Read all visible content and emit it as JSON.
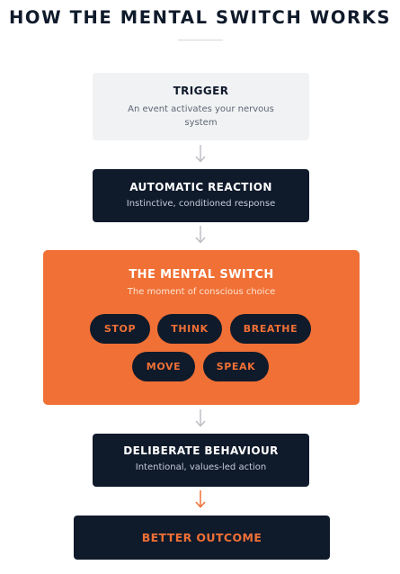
{
  "title": "HOW THE MENTAL SWITCH WORKS",
  "trigger": {
    "title": "TRIGGER",
    "subtitle": "An event activates your nervous system"
  },
  "automatic": {
    "title": "AUTOMATIC REACTION",
    "subtitle": "Instinctive, conditioned response"
  },
  "mental_switch": {
    "title": "THE MENTAL SWITCH",
    "subtitle": "The moment of conscious choice",
    "options": [
      "STOP",
      "THINK",
      "BREATHE",
      "MOVE",
      "SPEAK"
    ]
  },
  "deliberate": {
    "title": "DELIBERATE BEHAVIOUR",
    "subtitle": "Intentional, values-led action"
  },
  "outcome": {
    "title": "BETTER OUTCOME"
  },
  "colors": {
    "navy": "#0f1a2b",
    "orange": "#f07035",
    "light_gray": "#f1f2f4",
    "arrow_gray": "#b8bcc3"
  }
}
